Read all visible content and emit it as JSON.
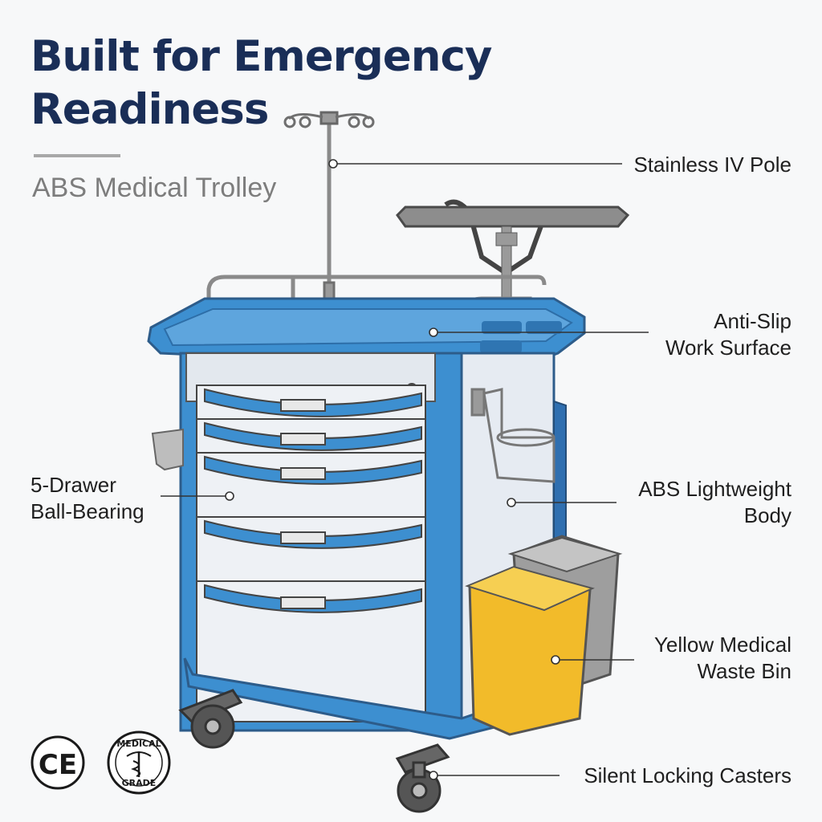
{
  "header": {
    "title_line1": "Built for Emergency",
    "title_line2": "Readiness",
    "subtitle": "ABS Medical Trolley"
  },
  "callouts": {
    "iv_pole": "Stainless IV Pole",
    "work_surface_line1": "Anti-Slip",
    "work_surface_line2": "Work Surface",
    "drawers_line1": "5-Drawer",
    "drawers_line2": "Ball-Bearing",
    "body_line1": "ABS Lightweight",
    "body_line2": "Body",
    "bin_line1": "Yellow Medical",
    "bin_line2": "Waste Bin",
    "casters": "Silent Locking Casters"
  },
  "badges": {
    "ce_mark": "CE",
    "medical_top": "MEDICAL",
    "medical_bottom": "GRADE"
  },
  "colors": {
    "title": "#1a2e57",
    "trolley_blue": "#3d8fd0",
    "bin_yellow": "#f2bb2a",
    "bin_gray": "#9e9e9e"
  }
}
